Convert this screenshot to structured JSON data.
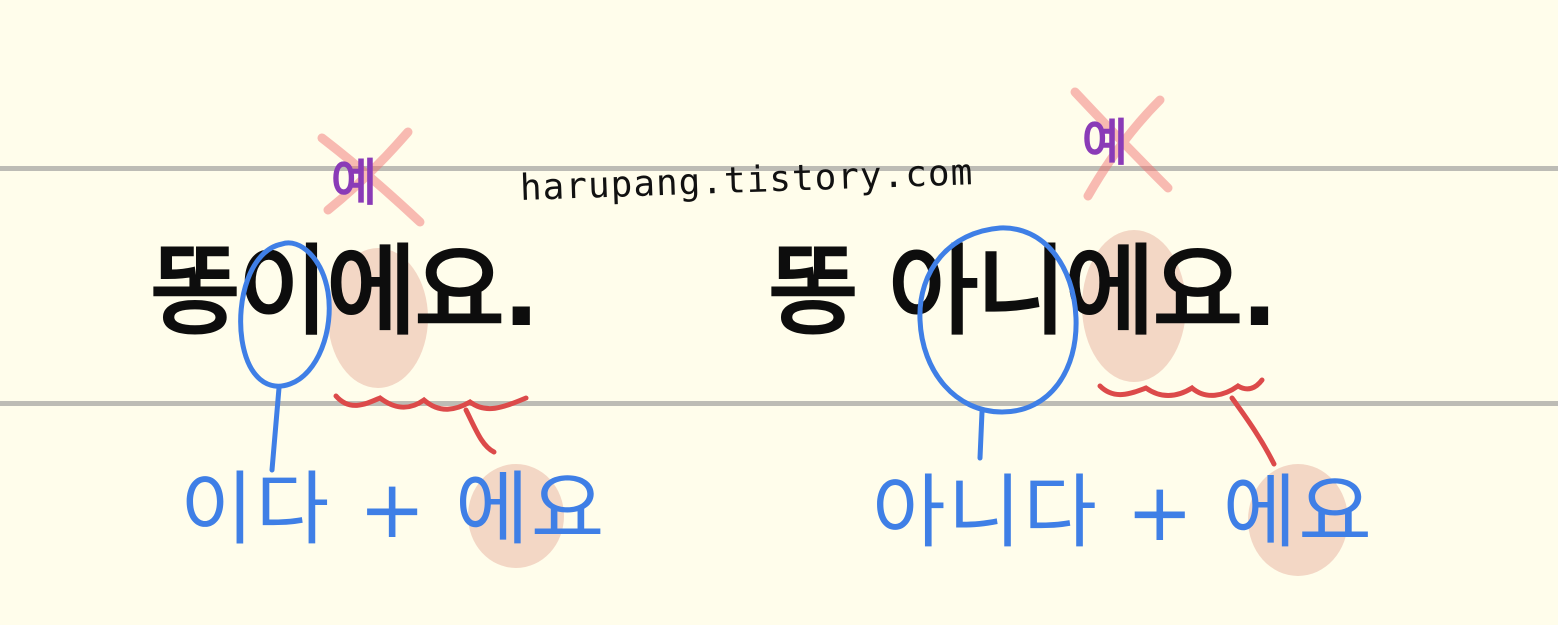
{
  "watermark": "harupang.tistory.com",
  "left": {
    "sentence": "똥이에요.",
    "wrong_form": "예",
    "breakdown": "이다 + 에요"
  },
  "right": {
    "sentence": "똥 아니에요.",
    "wrong_form": "예",
    "breakdown": "아니다 + 에요"
  },
  "colors": {
    "background": "#fffdeb",
    "ruled_line": "#bdbcb5",
    "main_ink": "#0d0d0d",
    "blue_ink": "#3f7fe6",
    "red_ink": "#dc4a4a",
    "purple_ink": "#8a3bb7",
    "highlight": "#efc9b8",
    "cross_out": "#f06b6b"
  },
  "icons": [
    "circle-mark",
    "cross-out-mark",
    "wavy-underline",
    "highlight-blob"
  ]
}
